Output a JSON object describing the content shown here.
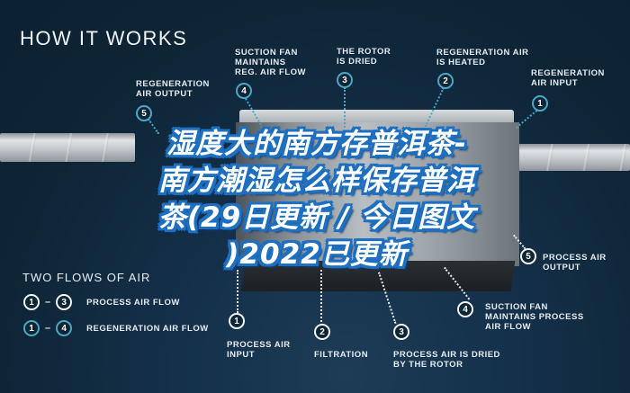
{
  "header": {
    "title": "HOW IT WORKS"
  },
  "overlay_title": "湿度大的南方存普洱茶-南方潮湿怎么样保存普洱茶(29日更新 / 今日图文)2022已更新",
  "overlay_lines": [
    "湿度大的南方存普洱茶-",
    "南方潮湿怎么样保存普洱",
    "茶(29日更新 / 今日图文",
    ")2022已更新"
  ],
  "colors": {
    "background": "#0f2536",
    "regeneration_accent": "#4aa7c9",
    "process_accent": "#f2f4f6",
    "overlay_stroke": "#1e6fc0"
  },
  "regeneration_flow": [
    {
      "num": "1",
      "label_lines": [
        "REGENERATION",
        "AIR INPUT"
      ]
    },
    {
      "num": "2",
      "label_lines": [
        "REGENERATION AIR",
        "IS HEATED"
      ]
    },
    {
      "num": "3",
      "label_lines": [
        "THE ROTOR",
        "IS DRIED"
      ]
    },
    {
      "num": "4",
      "label_lines": [
        "SUCTION FAN",
        "MAINTAINS",
        "REG. AIR FLOW"
      ]
    },
    {
      "num": "5",
      "label_lines": [
        "REGENERATION",
        "AIR OUTPUT"
      ]
    }
  ],
  "process_flow": [
    {
      "num": "1",
      "label_lines": [
        "PROCESS AIR",
        "INPUT"
      ]
    },
    {
      "num": "2",
      "label_lines": [
        "FILTRATION"
      ]
    },
    {
      "num": "3",
      "label_lines": [
        "PROCESS AIR IS DRIED",
        "BY THE ROTOR"
      ]
    },
    {
      "num": "4",
      "label_lines": [
        "SUCTION FAN",
        "MAINTAINS PROCESS",
        "AIR FLOW"
      ]
    },
    {
      "num": "5",
      "label_lines": [
        "PROCESS AIR",
        "OUTPUT"
      ]
    }
  ],
  "legend": {
    "title": "TWO FLOWS OF AIR",
    "items": [
      {
        "from": "1",
        "to": "3",
        "separator": "–",
        "label": "PROCESS AIR FLOW",
        "style": "white"
      },
      {
        "from": "1",
        "to": "4",
        "separator": "–",
        "label": "REGENERATION AIR FLOW",
        "style": "blue"
      }
    ]
  }
}
